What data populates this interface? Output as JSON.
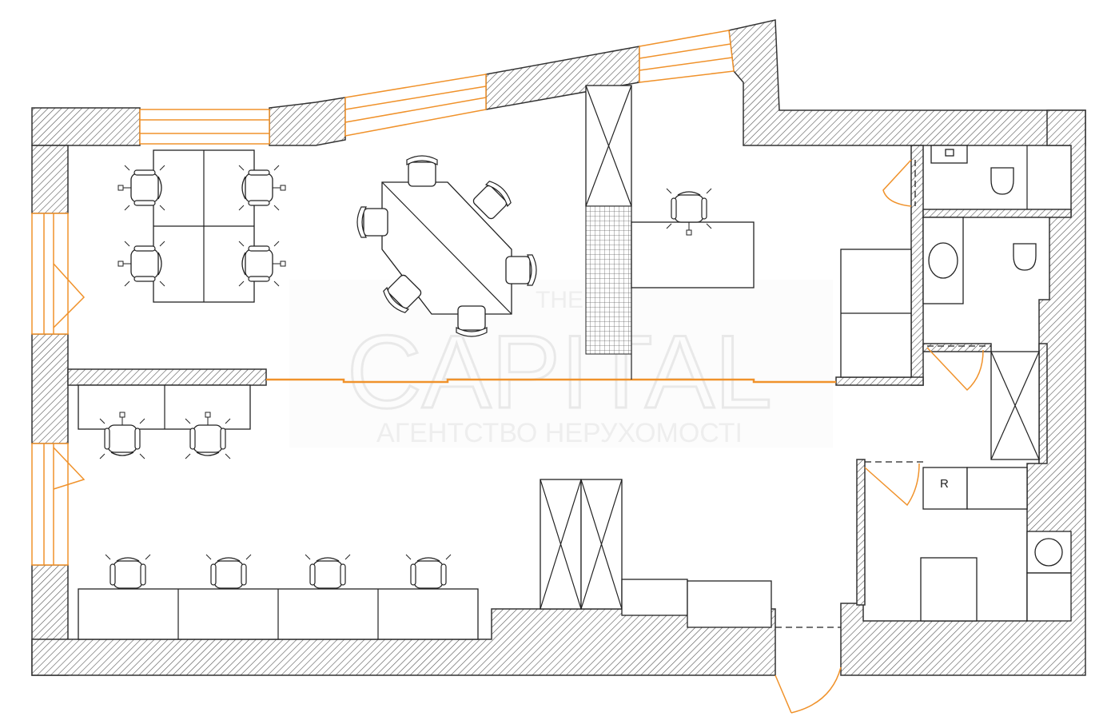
{
  "watermark": {
    "brand_top": "THE",
    "brand": "CAPITAL",
    "subtitle": "АГЕНТСТВО НЕРУХОМОСТІ"
  },
  "labels": {
    "fridge": "R"
  },
  "colors": {
    "window_door": "#f0922b",
    "wall_stroke": "#333333"
  }
}
